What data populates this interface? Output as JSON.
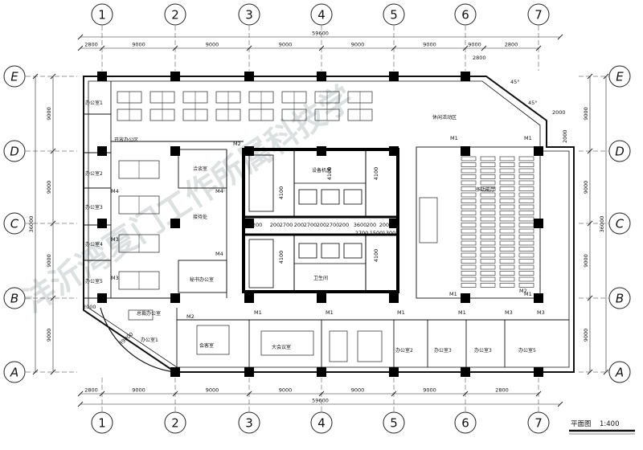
{
  "axes": {
    "columns": [
      "1",
      "2",
      "3",
      "4",
      "5",
      "6",
      "7"
    ],
    "rows": [
      "E",
      "D",
      "C",
      "B",
      "A"
    ]
  },
  "dimensions": {
    "top_segments": [
      "2800",
      "9000",
      "9000",
      "9000",
      "9000",
      "9000",
      "9000",
      "2800"
    ],
    "overall_width": "59600",
    "bottom_segments": [
      "2800",
      "9000",
      "9000",
      "9000",
      "9000",
      "9000",
      "2800"
    ],
    "left_segments": [
      "9000",
      "9000",
      "9000",
      "9000"
    ],
    "overall_height": "36000",
    "right_segments": [
      "9000",
      "9000",
      "9000",
      "9000"
    ],
    "corner_2800": "2800",
    "corner_2000": "2000",
    "corner_2000b": "2000",
    "angle_45a": "45°",
    "angle_45b": "45°",
    "left_2000": "2000",
    "radius": "R9000",
    "core_top_row": [
      "3200",
      "200",
      "2700",
      "200",
      "2700",
      "200",
      "2700",
      "200",
      "3600",
      "200",
      "200"
    ],
    "core_lower_row": [
      "2700",
      "1500",
      "1300"
    ],
    "core_vertical": [
      "4100",
      "4100",
      "4100",
      "4100",
      "4100"
    ]
  },
  "rooms": {
    "open_office": "开放办公区",
    "office_1": "办公室1",
    "office_2": "办公室2",
    "office_3": "办公室3",
    "office_4": "办公室4",
    "office_5": "办公室5",
    "negotiation": "洽谈室",
    "reception": "接待处",
    "secretary": "秘书办公室",
    "equipment": "设备机房",
    "restroom": "卫生间",
    "leisure": "休闲活动区",
    "multi_hall": "多功能厅",
    "president_office": "总裁办公室",
    "office_a1": "办公室1",
    "meeting_room": "会客室",
    "conference": "大会议室",
    "office_a2": "办公室2",
    "office_a3": "办公室3",
    "office_a4": "办公室3",
    "office_a5": "办公室5"
  },
  "door_tags": [
    "M1",
    "M1",
    "M1",
    "M1",
    "M1",
    "M1",
    "M1",
    "M1",
    "M2",
    "M2",
    "M2",
    "M3",
    "M3",
    "M4",
    "M4",
    "M4",
    "M3",
    "M3"
  ],
  "title": "平面图",
  "scale": "1:400",
  "watermark": "沣沂湾夏门工作所属科技学"
}
